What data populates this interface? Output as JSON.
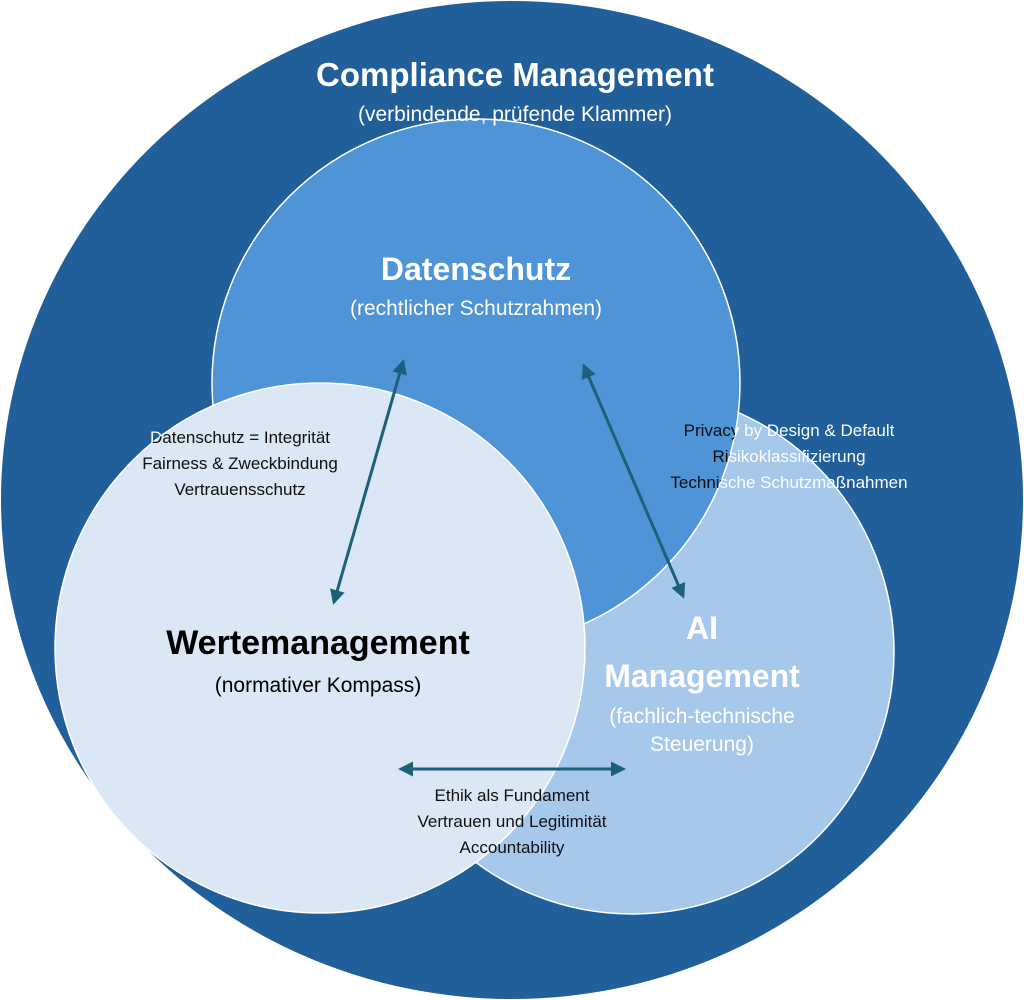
{
  "colors": {
    "compliance": "#215f9a",
    "datenschutz": "#4e94d7",
    "ai": "#a5c8eb",
    "werte": "#dbe7f5",
    "arrow": "#1c6079"
  },
  "compliance": {
    "title": "Compliance Management",
    "subtitle": "(verbindende, prüfende Klammer)"
  },
  "datenschutz": {
    "title": "Datenschutz",
    "subtitle": "(rechtlicher Schutzrahmen)"
  },
  "werte": {
    "title": "Wertemanagement",
    "subtitle": "(normativer Kompass)"
  },
  "ai": {
    "title_line1": "AI",
    "title_line2": "Management",
    "subtitle_line1": "(fachlich-technische",
    "subtitle_line2": "Steuerung)"
  },
  "notes": {
    "datenschutz_werte": [
      "Datenschutz = Integrität",
      "Fairness & Zweckbindung",
      "Vertrauensschutz"
    ],
    "datenschutz_ai": [
      "Privacy by Design & Default",
      "Risikoklassifizierung",
      "Technische Schutzmaßnahmen"
    ],
    "werte_ai": [
      "Ethik als Fundament",
      "Vertrauen und Legitimität",
      "Accountability"
    ]
  }
}
